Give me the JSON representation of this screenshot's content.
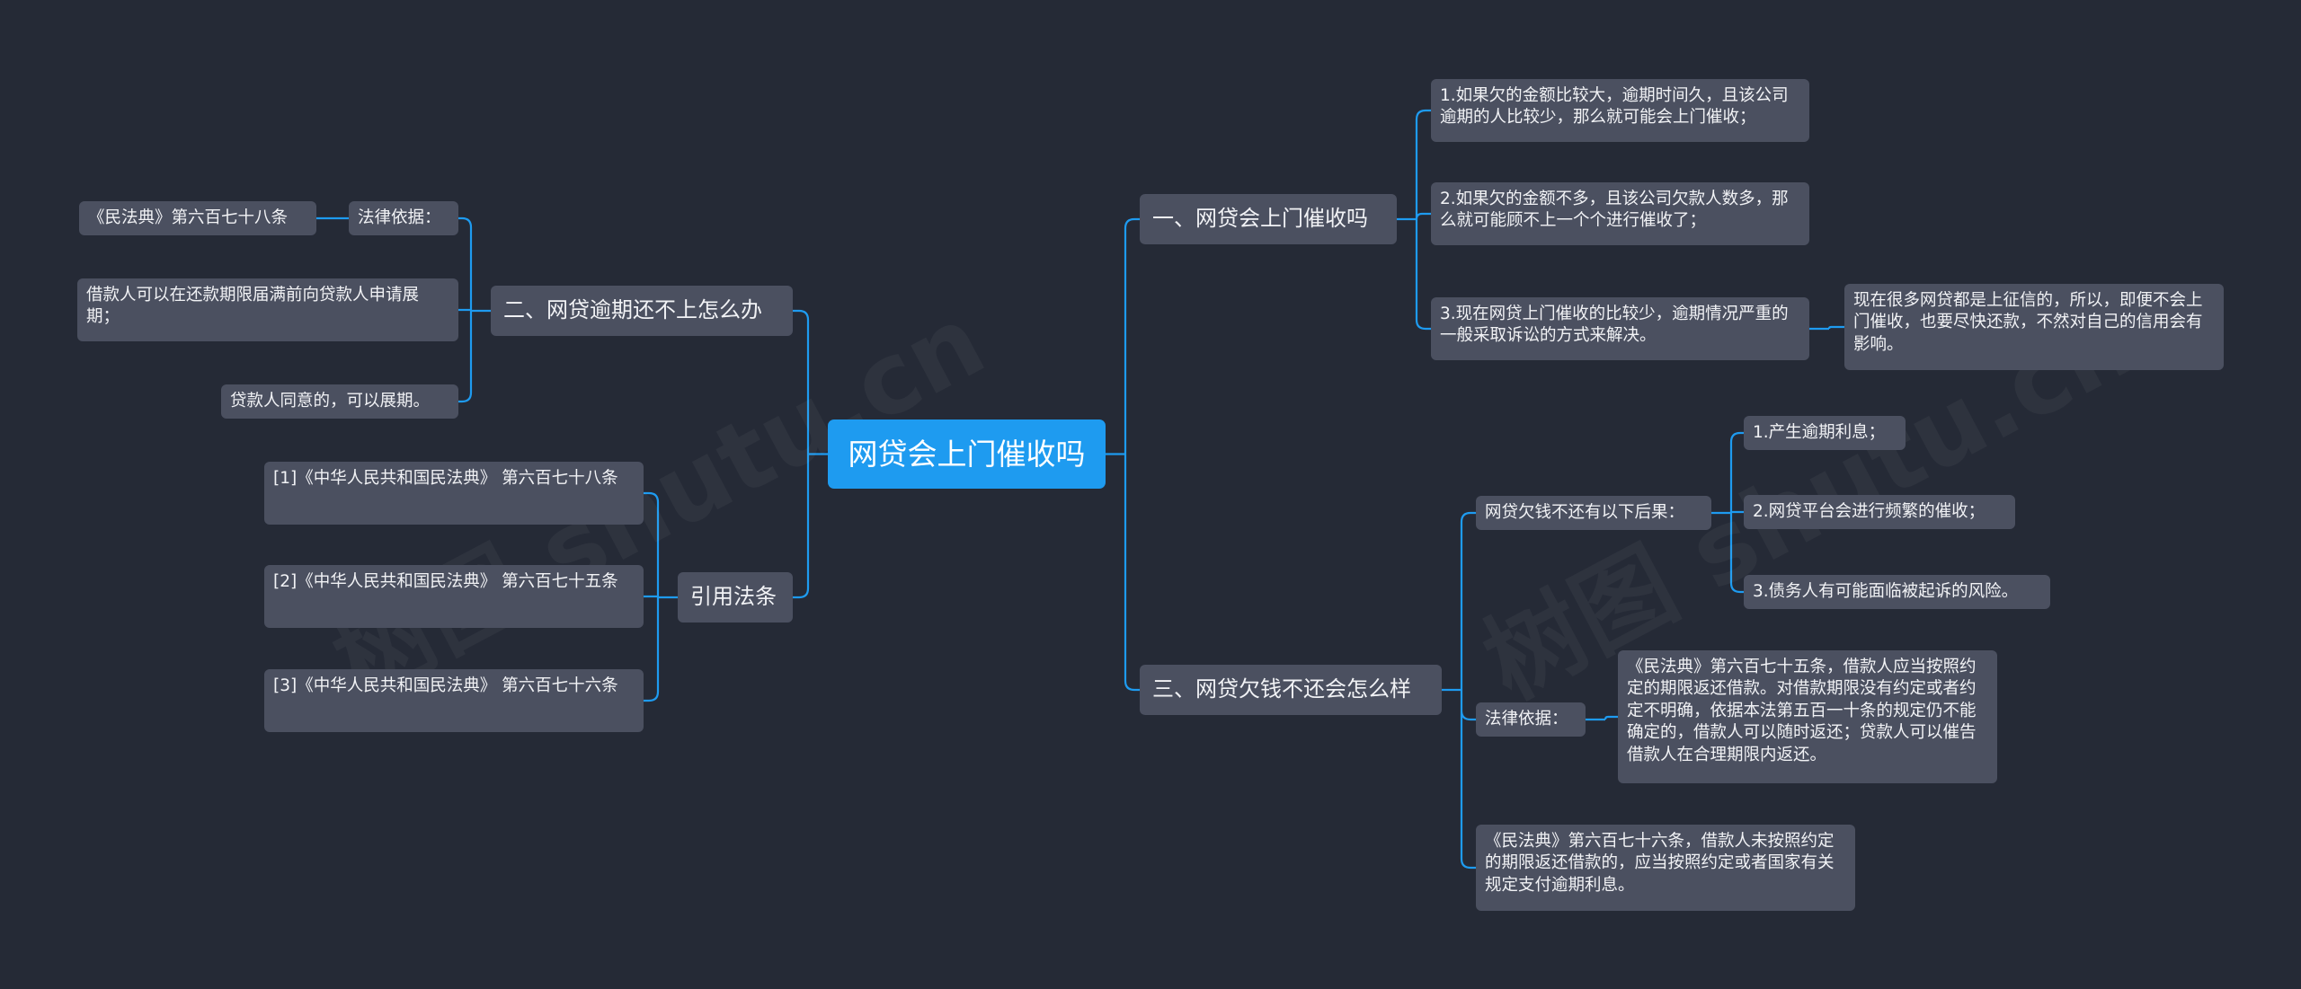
{
  "root": {
    "label": "网贷会上门催收吗"
  },
  "branch1": {
    "label": "一、网贷会上门催收吗",
    "items": [
      "1.如果欠的金额比较大，逾期时间久，且该公司逾期的人比较少，那么就可能会上门催收；",
      "2.如果欠的金额不多，且该公司欠款人数多，那么就可能顾不上一个个进行催收了；",
      "3.现在网贷上门催收的比较少，逾期情况严重的一般采取诉讼的方式来解决。"
    ],
    "note": "现在很多网贷都是上征信的，所以，即便不会上门催收，也要尽快还款，不然对自己的信用会有影响。"
  },
  "branch2": {
    "label": "二、网贷逾期还不上怎么办",
    "basis_label": "法律依据：",
    "basis_ref": "《民法典》第六百七十八条",
    "item1": "借款人可以在还款期限届满前向贷款人申请展期；",
    "item2": "贷款人同意的，可以展期。"
  },
  "branch3": {
    "label": "三、网贷欠钱不还会怎么样",
    "consequence_label": "网贷欠钱不还有以下后果：",
    "consequences": [
      "1.产生逾期利息；",
      "2.网贷平台会进行频繁的催收；",
      "3.债务人有可能面临被起诉的风险。"
    ],
    "basis_label": "法律依据：",
    "basis_text": "《民法典》第六百七十五条，借款人应当按照约定的期限返还借款。对借款期限没有约定或者约定不明确，依据本法第五百一十条的规定仍不能确定的，借款人可以随时返还；贷款人可以催告借款人在合理期限内返还。",
    "extra": "《民法典》第六百七十六条，借款人未按照约定的期限返还借款的，应当按照约定或者国家有关规定支付逾期利息。"
  },
  "branch4": {
    "label": "引用法条",
    "refs": [
      "[1]《中华人民共和国民法典》 第六百七十八条",
      "[2]《中华人民共和国民法典》 第六百七十五条",
      "[3]《中华人民共和国民法典》 第六百七十六条"
    ]
  },
  "colors": {
    "background": "#252a36",
    "node": "#4b5060",
    "root": "#1e9bf0",
    "link": "#1e9bf0"
  }
}
